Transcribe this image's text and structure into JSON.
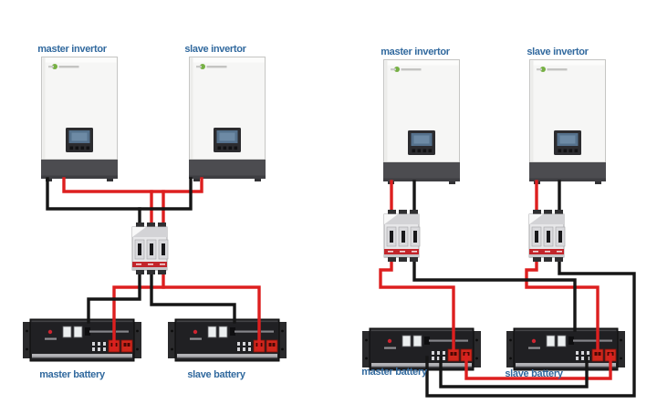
{
  "diagram": {
    "title_hidden": "",
    "panels": [
      {
        "id": "single-shared-breaker-setup",
        "inverters": [
          {
            "label": "master invertor"
          },
          {
            "label": "slave invertor"
          }
        ],
        "batteries": [
          {
            "label": "master battery"
          },
          {
            "label": "slave battery"
          }
        ],
        "breaker_count": 1
      },
      {
        "id": "breaker-per-inverter-setup",
        "inverters": [
          {
            "label": "master invertor"
          },
          {
            "label": "slave invertor"
          }
        ],
        "batteries": [
          {
            "label": "master battery"
          },
          {
            "label": "slave battery"
          }
        ],
        "breaker_count": 2
      }
    ],
    "colors": {
      "positive_wire": "#dd1f1f",
      "negative_wire": "#161616",
      "label_text": "#31699e",
      "inverter_logo_green": "#76b043",
      "breaker_band_red": "#c2252b",
      "battery_connector_red": "#d0271c"
    }
  }
}
